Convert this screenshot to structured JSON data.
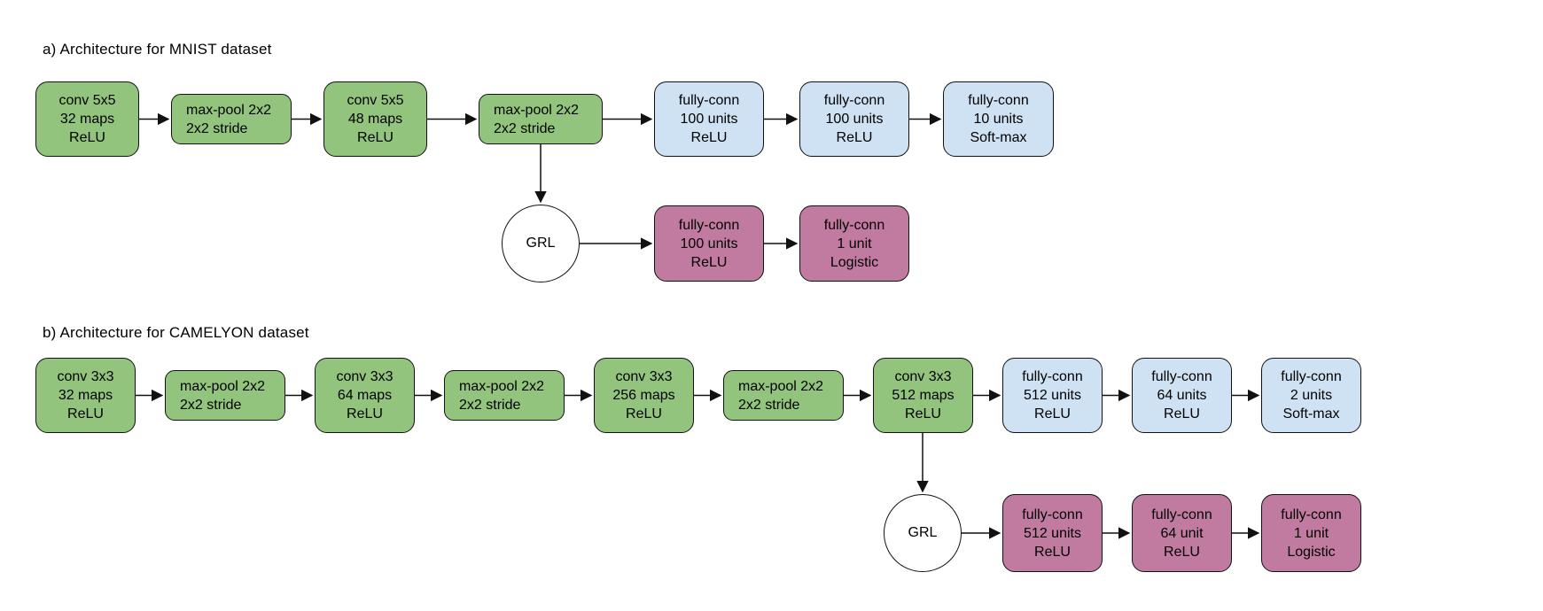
{
  "diagram": {
    "kind": "neural-network-architecture-flowchart",
    "colors": {
      "conv_pool_fill": "#93c47d",
      "fully_conn_fill": "#cfe2f3",
      "domain_branch_fill": "#c27ba0",
      "grl_fill": "#ffffff",
      "stroke": "#111111"
    },
    "sections": [
      {
        "title": "a) Architecture for MNIST dataset",
        "grl_label": "GRL",
        "main_row": [
          {
            "lines": [
              "conv 5x5",
              "32 maps",
              "ReLU"
            ]
          },
          {
            "lines": [
              "max-pool 2x2",
              "2x2 stride"
            ]
          },
          {
            "lines": [
              "conv 5x5",
              "48 maps",
              "ReLU"
            ]
          },
          {
            "lines": [
              "max-pool 2x2",
              "2x2 stride"
            ]
          },
          {
            "lines": [
              "fully-conn",
              "100 units",
              "ReLU"
            ]
          },
          {
            "lines": [
              "fully-conn",
              "100 units",
              "ReLU"
            ]
          },
          {
            "lines": [
              "fully-conn",
              "10 units",
              "Soft-max"
            ]
          }
        ],
        "domain_row": [
          {
            "lines": [
              "fully-conn",
              "100 units",
              "ReLU"
            ]
          },
          {
            "lines": [
              "fully-conn",
              "1 unit",
              "Logistic"
            ]
          }
        ]
      },
      {
        "title": "b) Architecture for CAMELYON dataset",
        "grl_label": "GRL",
        "main_row": [
          {
            "lines": [
              "conv 3x3",
              "32 maps",
              "ReLU"
            ]
          },
          {
            "lines": [
              "max-pool 2x2",
              "2x2 stride"
            ]
          },
          {
            "lines": [
              "conv 3x3",
              "64 maps",
              "ReLU"
            ]
          },
          {
            "lines": [
              "max-pool 2x2",
              "2x2 stride"
            ]
          },
          {
            "lines": [
              "conv 3x3",
              "256 maps",
              "ReLU"
            ]
          },
          {
            "lines": [
              "max-pool 2x2",
              "2x2 stride"
            ]
          },
          {
            "lines": [
              "conv 3x3",
              "512 maps",
              "ReLU"
            ]
          },
          {
            "lines": [
              "fully-conn",
              "512 units",
              "ReLU"
            ]
          },
          {
            "lines": [
              "fully-conn",
              "64 units",
              "ReLU"
            ]
          },
          {
            "lines": [
              "fully-conn",
              "2 units",
              "Soft-max"
            ]
          }
        ],
        "domain_row": [
          {
            "lines": [
              "fully-conn",
              "512 units",
              "ReLU"
            ]
          },
          {
            "lines": [
              "fully-conn",
              "64 unit",
              "ReLU"
            ]
          },
          {
            "lines": [
              "fully-conn",
              "1 unit",
              "Logistic"
            ]
          }
        ]
      }
    ]
  }
}
